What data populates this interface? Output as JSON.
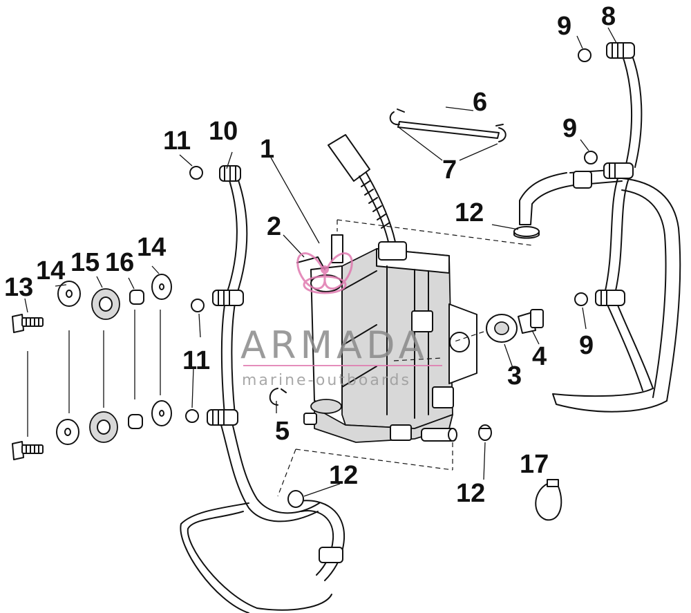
{
  "diagram": {
    "type": "exploded-parts-diagram",
    "callouts": [
      {
        "id": "c1",
        "label": "1"
      },
      {
        "id": "c2",
        "label": "2"
      },
      {
        "id": "c3",
        "label": "3"
      },
      {
        "id": "c4",
        "label": "4"
      },
      {
        "id": "c5",
        "label": "5"
      },
      {
        "id": "c6",
        "label": "6"
      },
      {
        "id": "c7",
        "label": "7"
      },
      {
        "id": "c8",
        "label": "8"
      },
      {
        "id": "c9a",
        "label": "9"
      },
      {
        "id": "c9b",
        "label": "9"
      },
      {
        "id": "c9c",
        "label": "9"
      },
      {
        "id": "c10",
        "label": "10"
      },
      {
        "id": "c11a",
        "label": "11"
      },
      {
        "id": "c11b",
        "label": "11"
      },
      {
        "id": "c12a",
        "label": "12"
      },
      {
        "id": "c12b",
        "label": "12"
      },
      {
        "id": "c12c",
        "label": "12"
      },
      {
        "id": "c13",
        "label": "13"
      },
      {
        "id": "c14a",
        "label": "14"
      },
      {
        "id": "c14b",
        "label": "14"
      },
      {
        "id": "c15",
        "label": "15"
      },
      {
        "id": "c16",
        "label": "16"
      },
      {
        "id": "c17",
        "label": "17"
      }
    ]
  },
  "watermark": {
    "brand": "ARMADA",
    "tagline": "marine-outboards",
    "color": "#e07ab0"
  }
}
